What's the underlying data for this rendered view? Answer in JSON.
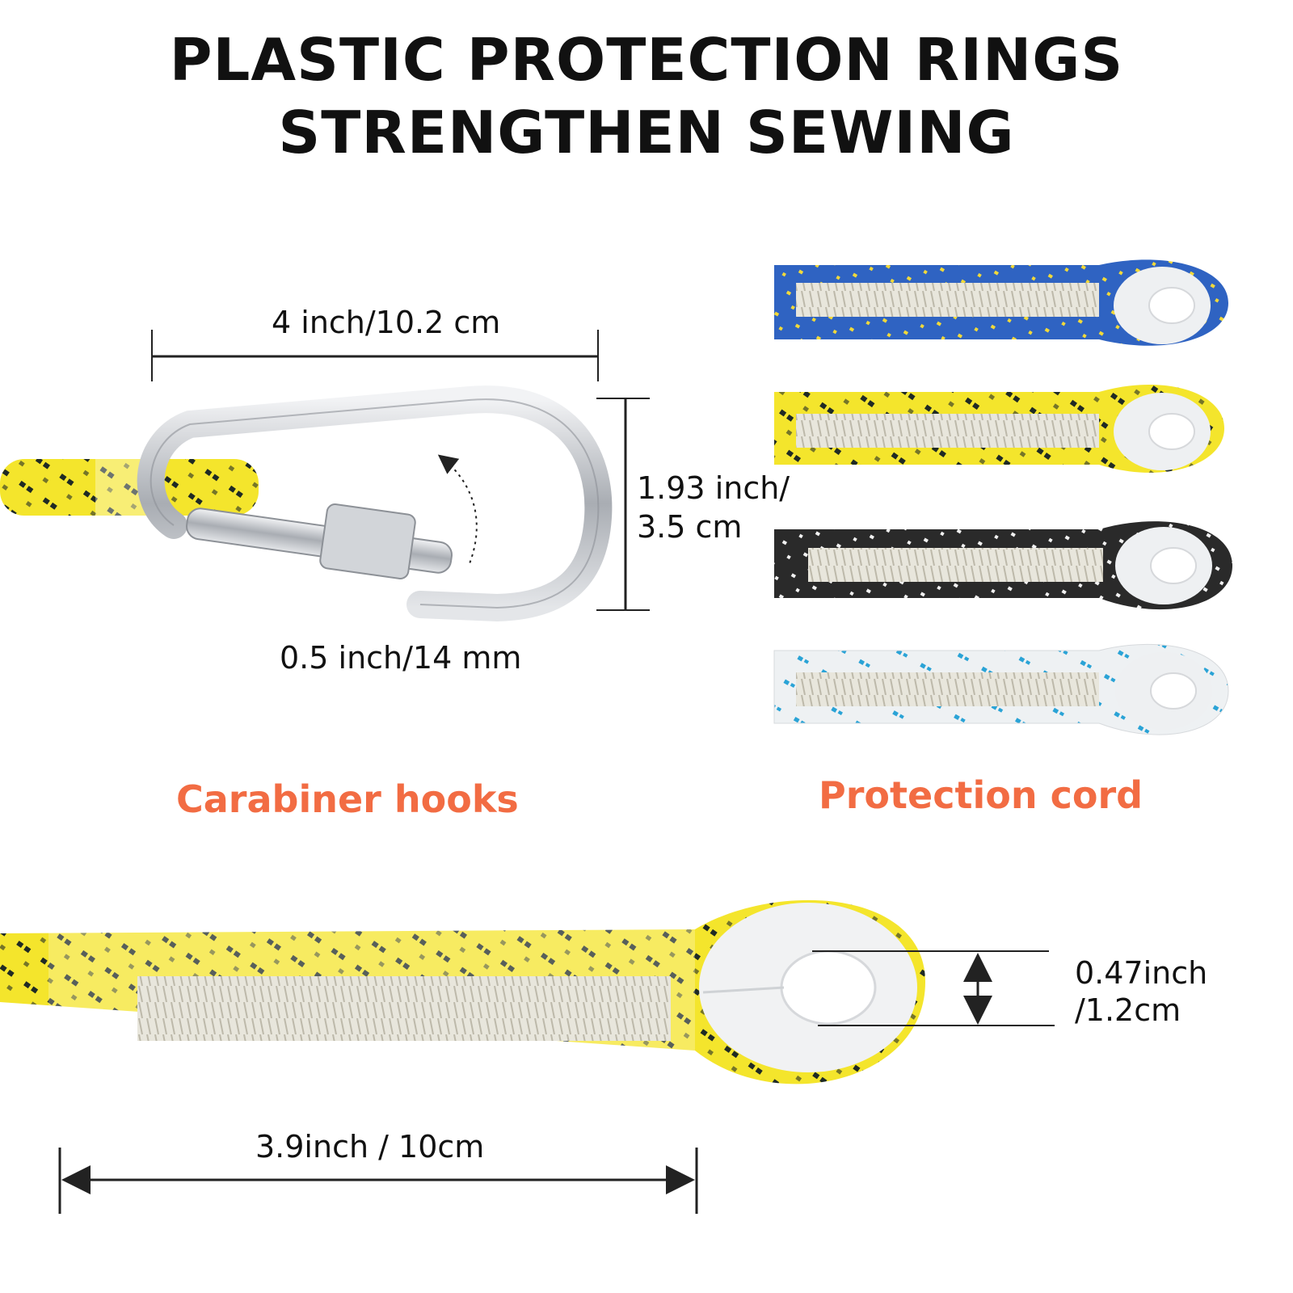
{
  "title": {
    "line1": "PLASTIC PROTECTION RINGS",
    "line2": "STRENGTHEN SEWING"
  },
  "carabiner": {
    "width_label": "4 inch/10.2 cm",
    "height_label_1": "1.93 inch/",
    "height_label_2": "3.5 cm",
    "gate_label": "0.5 inch/14 mm",
    "caption": "Carabiner hooks"
  },
  "cords": {
    "caption": "Protection cord",
    "colors": [
      {
        "name": "blue",
        "base": "#2f63c2",
        "fleck": "#f1d93a"
      },
      {
        "name": "yellow",
        "base": "#f4e52c",
        "fleck": "#1f2a24"
      },
      {
        "name": "black",
        "base": "#2a2a2a",
        "fleck": "#f2f2f2"
      },
      {
        "name": "white",
        "base": "#eef1f3",
        "fleck": "#2aa3d6"
      }
    ]
  },
  "detail": {
    "ring_label_1": "0.47inch",
    "ring_label_2": "/1.2cm",
    "length_label": "3.9inch / 10cm"
  },
  "colors": {
    "caption": "#f26c43",
    "rope_yellow": "#f4e52c",
    "rope_fleck": "#1f2a24",
    "metal": "#c9ccd1",
    "stitch": "#e8e6dc"
  }
}
